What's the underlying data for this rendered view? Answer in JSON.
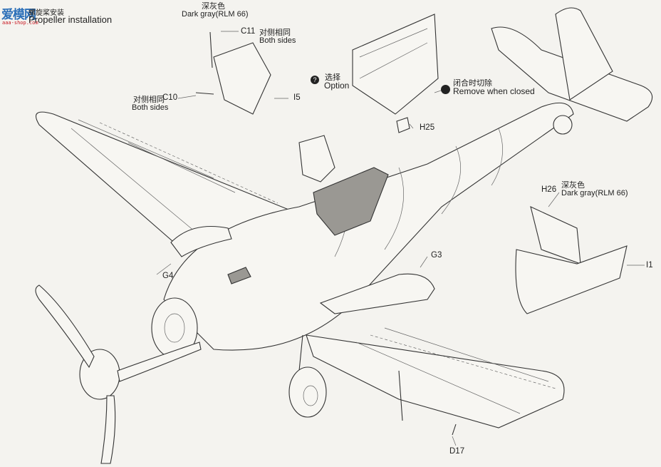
{
  "watermark": {
    "cn": "爱模网",
    "url": "aaa-shop.com"
  },
  "step": {
    "title_cn": "螺旋桨安装",
    "title_en": "Propeller installation"
  },
  "callouts": {
    "c11": {
      "part": "C11",
      "color_cn": "深灰色",
      "color_en": "Dark gray(RLM 66)",
      "note_cn": "对侧相同",
      "note_en": "Both sides"
    },
    "c10": {
      "part": "C10",
      "note_cn": "对侧相同",
      "note_en": "Both sides"
    },
    "i5": {
      "part": "I5"
    },
    "option": {
      "cn": "选择",
      "en": "Option"
    },
    "closed": {
      "cn": "闭合时切除",
      "en": "Remove when closed"
    },
    "h25": {
      "part": "H25"
    },
    "h26": {
      "part": "H26",
      "color_cn": "深灰色",
      "color_en": "Dark gray(RLM 66)"
    },
    "i1": {
      "part": "I1"
    },
    "g3": {
      "part": "G3"
    },
    "g4": {
      "part": "G4"
    },
    "d17": {
      "part": "D17"
    }
  },
  "icons": [
    "option-marker-icon",
    "cut-marker-icon"
  ]
}
